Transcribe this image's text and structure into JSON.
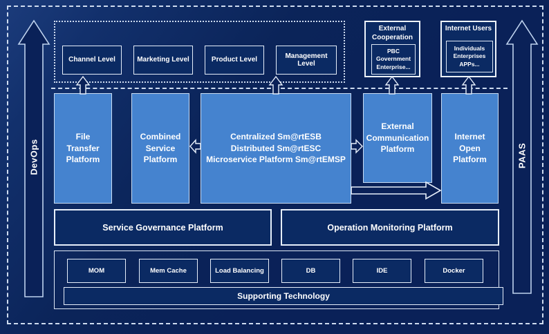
{
  "colors": {
    "background": "#0a2158",
    "platform_fill": "#4583cf",
    "dark_box_fill": "#0b2a63",
    "line_light": "#cfdcf0",
    "text": "#ffffff"
  },
  "side_rails": {
    "left_label": "DevOps",
    "right_label": "PAAS"
  },
  "levels": {
    "items": [
      {
        "label": "Channel Level"
      },
      {
        "label": "Marketing Level"
      },
      {
        "label": "Product Level"
      },
      {
        "label": "Management Level"
      }
    ]
  },
  "external_cooperation": {
    "title_lines": [
      "External",
      "Cooperation"
    ],
    "inner_lines": [
      "PBC Government",
      "Enterprise..."
    ]
  },
  "internet_users": {
    "title": "Internet Users",
    "inner_lines": [
      "Individuals",
      "Enterprises",
      "APPs..."
    ]
  },
  "platforms": {
    "file_transfer": "File Transfer Platform",
    "combined_service": "Combined Service Platform",
    "central_lines": [
      "Centralized Sm@rtESB",
      "Distributed Sm@rtESC",
      "Microservice Platform Sm@rtEMSP"
    ],
    "external_communication": "External Communication Platform",
    "internet_open": "Internet Open Platform"
  },
  "governance": {
    "left": "Service Governance Platform",
    "right": "Operation Monitoring Platform"
  },
  "technology": {
    "items": [
      {
        "label": "MOM"
      },
      {
        "label": "Mem Cache"
      },
      {
        "label": "Load Balancing"
      },
      {
        "label": "DB"
      },
      {
        "label": "IDE"
      },
      {
        "label": "Docker"
      }
    ],
    "bar_label": "Supporting Technology"
  }
}
